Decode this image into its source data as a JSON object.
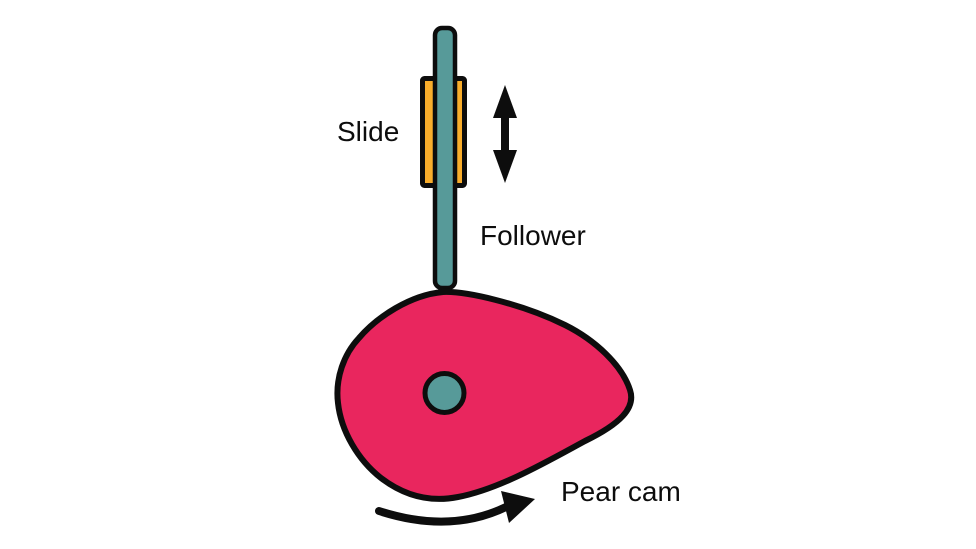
{
  "labels": {
    "slide": "Slide",
    "follower": "Follower",
    "pear_cam": "Pear cam"
  },
  "colors": {
    "background": "#ffffff",
    "cam_fill": "#e9265e",
    "follower_fill": "#579a99",
    "hub_fill": "#579a99",
    "slide_fill": "#f9ad2b",
    "outline": "#0d0d0d",
    "arrow": "#0d0d0d",
    "text": "#0d0d0d"
  },
  "icons": {
    "up_down_arrow": "↕",
    "rotation_arrow": "↷"
  }
}
